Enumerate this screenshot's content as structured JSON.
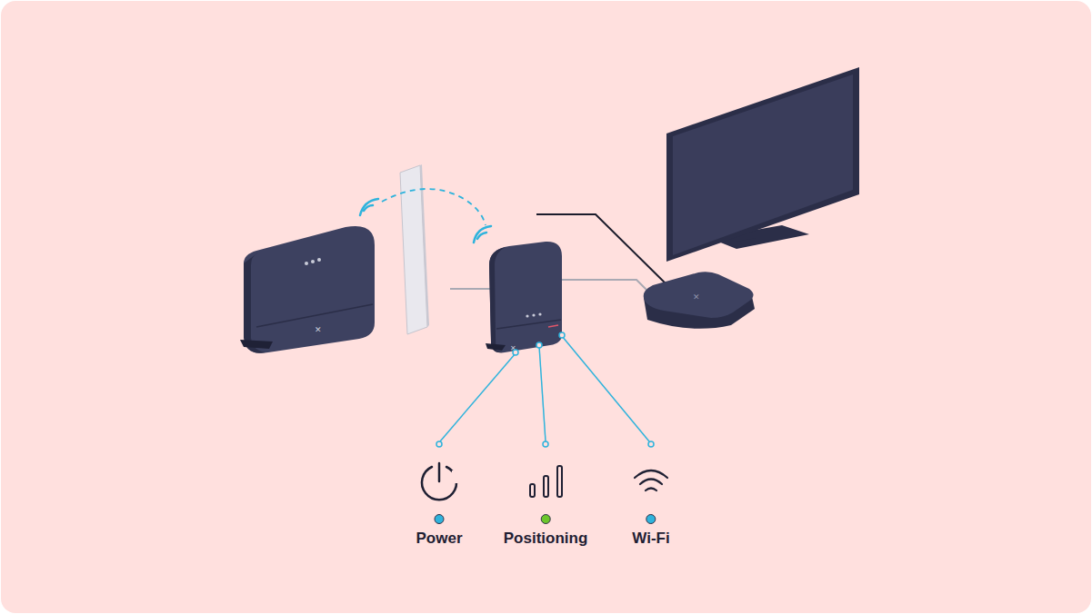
{
  "diagram": {
    "legend": [
      {
        "text": "Power",
        "color": "#2fb3dc"
      },
      {
        "text": "Positioning",
        "color": "#6cc62c"
      },
      {
        "text": "Wi-Fi",
        "color": "#2fb3dc"
      }
    ]
  }
}
